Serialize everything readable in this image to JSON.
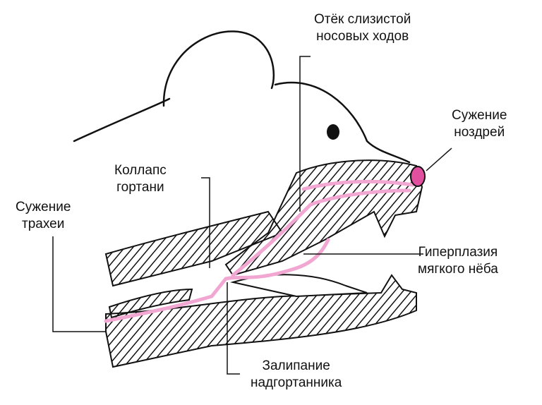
{
  "labels": {
    "nasal_edema": [
      "Отёк слизистой",
      "носовых ходов"
    ],
    "nostril_narrowing": [
      "Сужение",
      "ноздрей"
    ],
    "larynx_collapse": [
      "Коллапс",
      "гортани"
    ],
    "trachea_narrowing": [
      "Сужение",
      "трахеи"
    ],
    "soft_palate": [
      "Гиперплазия",
      "мягкого нёба"
    ],
    "epiglottis": [
      "Залипание",
      "надгортанника"
    ]
  },
  "colors": {
    "highlight": "#f2a6d2",
    "ink": "#111111"
  }
}
